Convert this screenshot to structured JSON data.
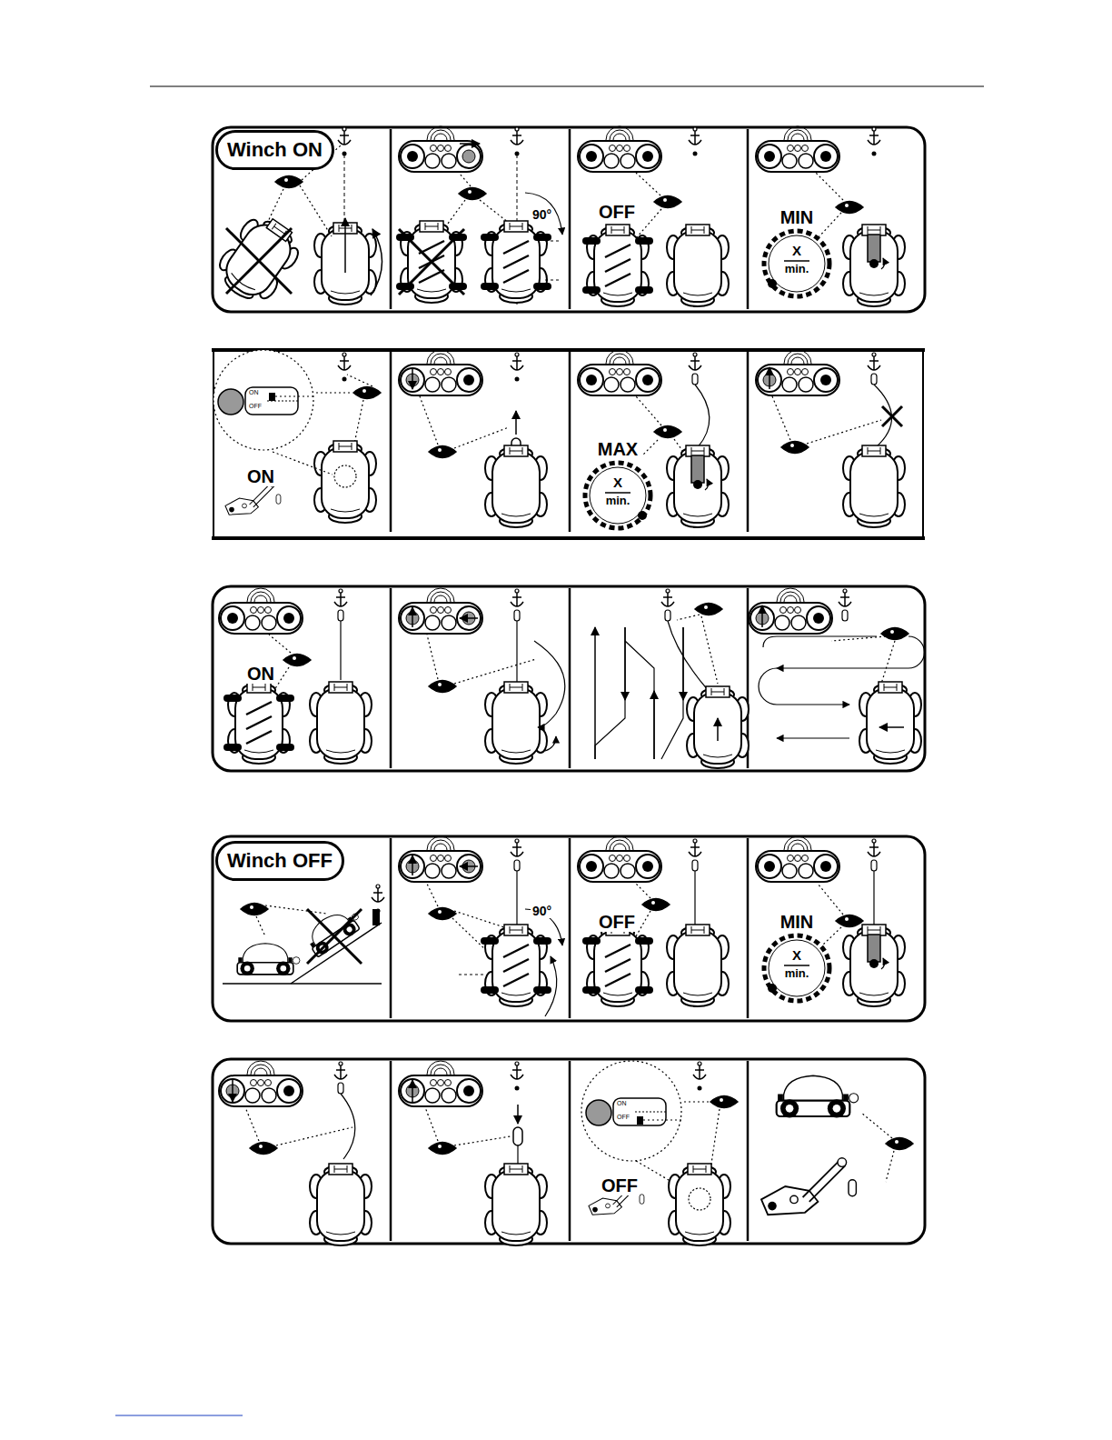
{
  "diagram": {
    "nodes": [
      {
        "text": [
          "Winch ON"
        ]
      },
      {
        "text": [
          "MIN",
          "X",
          "min."
        ]
      },
      {
        "text": [
          "ON",
          "OFF"
        ]
      },
      {
        "text": [
          "MAX",
          "X",
          "min."
        ]
      },
      {
        "text": [
          "Winch OFF"
        ]
      },
      {
        "text": [
          "MIN",
          "X",
          "min."
        ]
      },
      {
        "text": [
          "ON",
          "OFF"
        ]
      }
    ],
    "labels": [
      "90°",
      "OFF",
      "ON",
      "ON",
      "90°",
      "OFF",
      "OFF"
    ]
  }
}
